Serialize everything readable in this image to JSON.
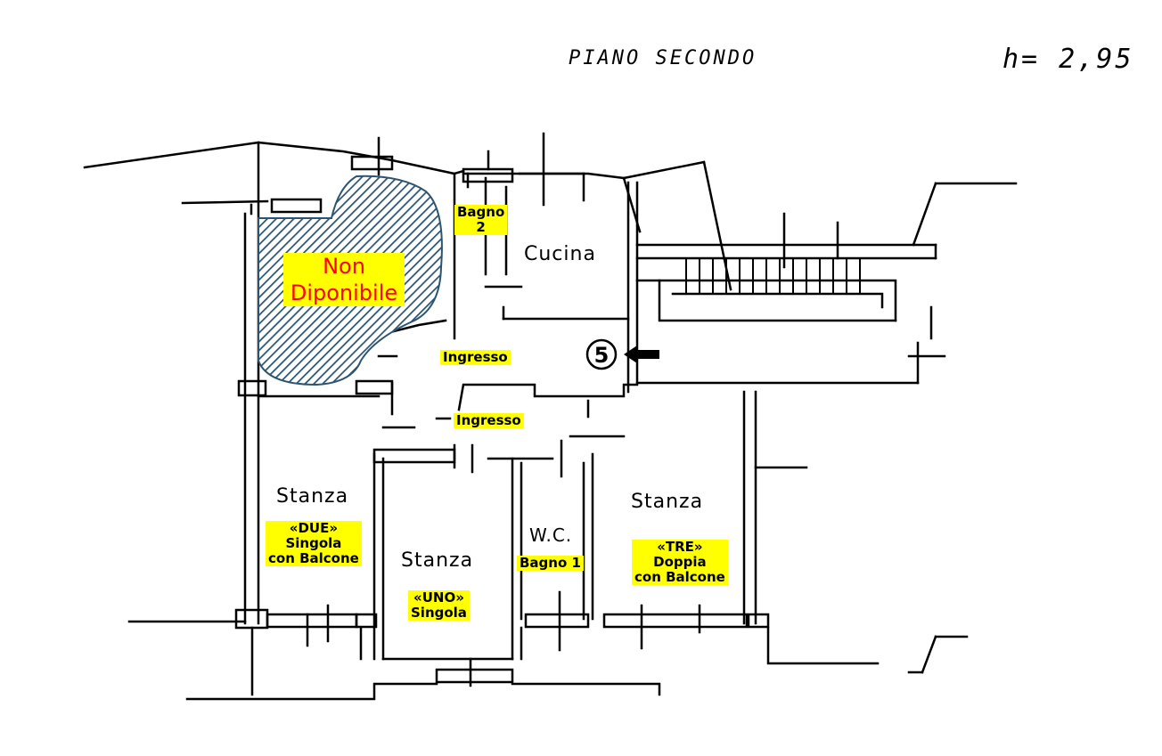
{
  "header": {
    "floor_title": "PIANO SECONDO",
    "height_note": "h= 2,95"
  },
  "plan": {
    "handwritten_rooms": {
      "cucina": "Cucina",
      "stanza_left": "Stanza",
      "stanza_center": "Stanza",
      "stanza_right": "Stanza",
      "wc": "W.C."
    },
    "entrance_marker": "5",
    "hatch_color": "#2c5470",
    "label_color": "#ffff00",
    "unavailable_text_color": "#ff0000"
  },
  "labels": {
    "not_available": [
      "Non",
      "Diponibile"
    ],
    "bagno2": [
      "Bagno",
      "2"
    ],
    "ingresso_upper": "Ingresso",
    "ingresso_lower": "Ingresso",
    "stanza_due": [
      "«DUE»",
      "Singola",
      "con Balcone"
    ],
    "stanza_uno": [
      "«UNO»",
      "Singola"
    ],
    "bagno1": "Bagno 1",
    "stanza_tre": [
      "«TRE»",
      "Doppia",
      "con Balcone"
    ]
  }
}
